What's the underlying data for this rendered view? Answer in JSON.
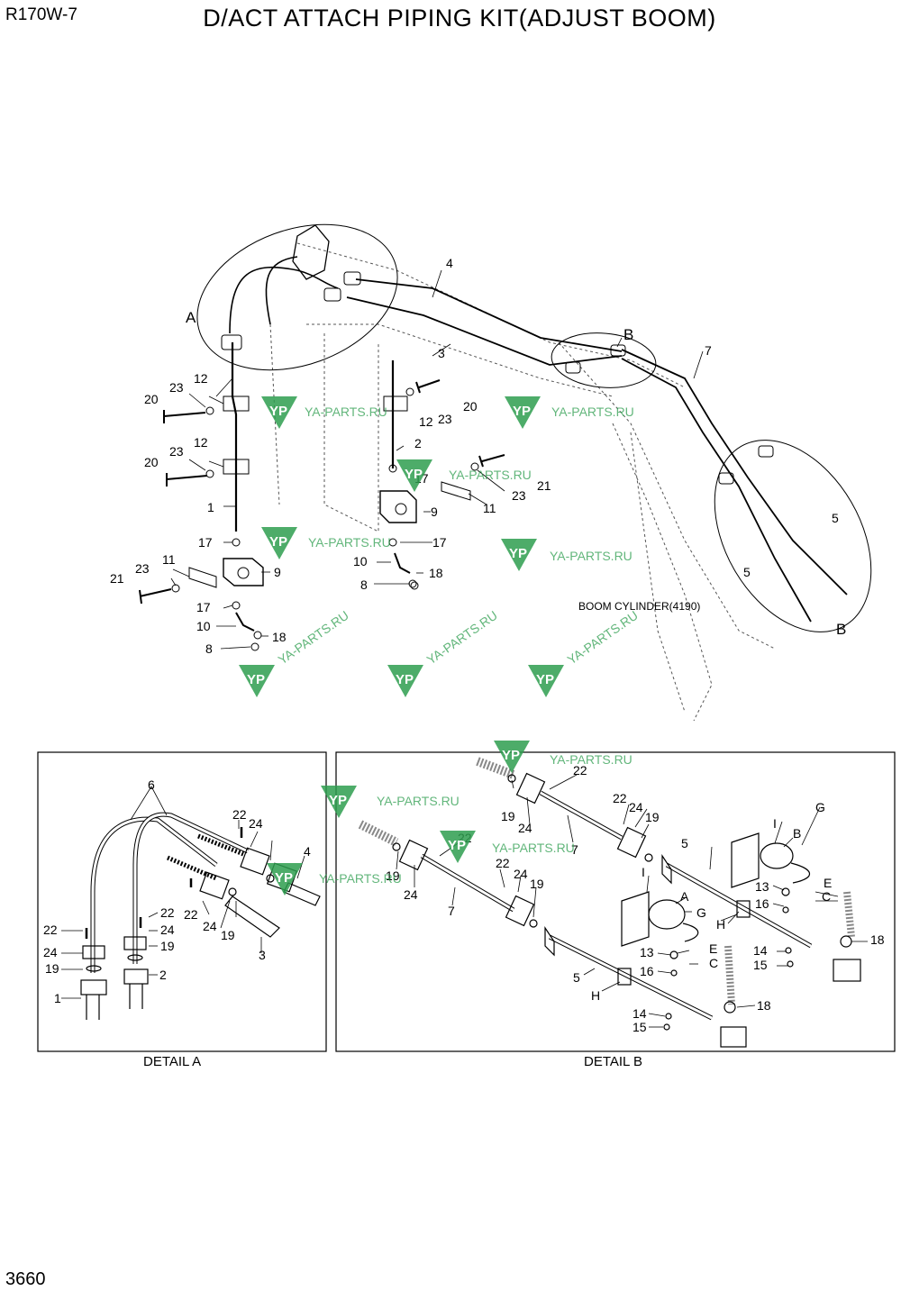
{
  "header": {
    "model": "R170W-7",
    "title": "D/ACT ATTACH PIPING KIT(ADJUST BOOM)"
  },
  "footer": {
    "page_number": "3660"
  },
  "main_view": {
    "detail_markers": [
      "A",
      "B",
      "B"
    ],
    "component_label": "BOOM CYLINDER(4190)",
    "part_labels": [
      "1",
      "2",
      "3",
      "4",
      "5",
      "5",
      "7",
      "8",
      "8",
      "9",
      "9",
      "10",
      "10",
      "11",
      "11",
      "12",
      "12",
      "12",
      "17",
      "17",
      "17",
      "17",
      "18",
      "18",
      "20",
      "20",
      "20",
      "21",
      "21",
      "23",
      "23",
      "23",
      "23",
      "23"
    ]
  },
  "detail_a": {
    "caption": "DETAIL A",
    "part_labels": [
      "1",
      "2",
      "3",
      "4",
      "6",
      "19",
      "19",
      "19",
      "22",
      "22",
      "22",
      "22",
      "24",
      "24",
      "24",
      "24"
    ]
  },
  "detail_b": {
    "caption": "DETAIL B",
    "part_labels": [
      "5",
      "5",
      "7",
      "7",
      "13",
      "13",
      "14",
      "14",
      "15",
      "15",
      "16",
      "16",
      "18",
      "18",
      "19",
      "19",
      "19",
      "19",
      "22",
      "22",
      "22",
      "22",
      "24",
      "24",
      "24",
      "24"
    ],
    "letter_labels": [
      "A",
      "B",
      "C",
      "C",
      "E",
      "E",
      "G",
      "G",
      "H",
      "H",
      "I",
      "I"
    ]
  },
  "watermark": {
    "text": "YA-PARTS.RU",
    "logo": "YP",
    "color": "#2e9e4f"
  }
}
